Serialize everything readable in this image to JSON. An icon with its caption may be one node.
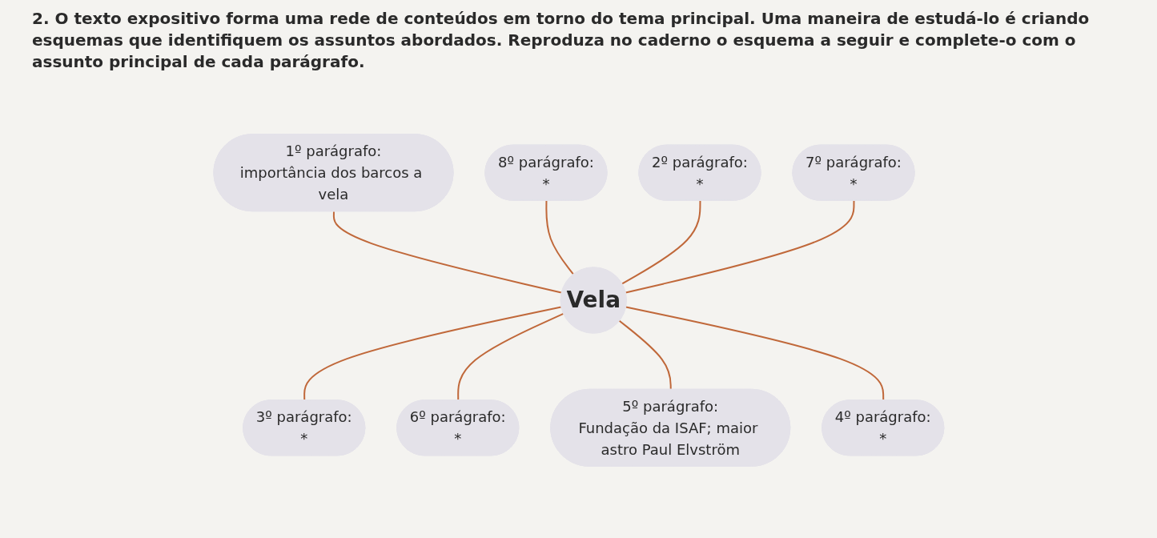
{
  "diagram": {
    "title": "2. O texto expositivo forma uma rede de conteúdos em torno do tema principal. Uma maneira de estudá-lo é criando esquemas que identifiquem os assuntos abordados. Reproduza no caderno o esquema a seguir e complete-o com o assunto principal de cada parágrafo.",
    "nodes": [
      {
        "text": [
          "1º parágrafo:",
          "importância dos barcos a vela"
        ]
      },
      {
        "text": [
          "8º parágrafo:",
          "*"
        ]
      },
      {
        "text": [
          "2º parágrafo:",
          "*"
        ]
      },
      {
        "text": [
          "7º parágrafo:",
          "*"
        ]
      },
      {
        "text": [
          "Vela"
        ]
      },
      {
        "text": [
          "3º parágrafo:",
          "*"
        ]
      },
      {
        "text": [
          "6º parágrafo:",
          "*"
        ]
      },
      {
        "text": [
          "5º parágrafo:",
          "Fundação da ISAF; maior astro Paul Elvström"
        ]
      },
      {
        "text": [
          "4º parágrafo:",
          "*"
        ]
      }
    ],
    "edges": [
      {
        "from": 0,
        "to": 4,
        "arrow": "none"
      },
      {
        "from": 1,
        "to": 4,
        "arrow": "none"
      },
      {
        "from": 2,
        "to": 4,
        "arrow": "none"
      },
      {
        "from": 3,
        "to": 4,
        "arrow": "none"
      },
      {
        "from": 4,
        "to": 5,
        "arrow": "none"
      },
      {
        "from": 4,
        "to": 6,
        "arrow": "none"
      },
      {
        "from": 4,
        "to": 7,
        "arrow": "none"
      },
      {
        "from": 4,
        "to": 8,
        "arrow": "none"
      }
    ]
  }
}
